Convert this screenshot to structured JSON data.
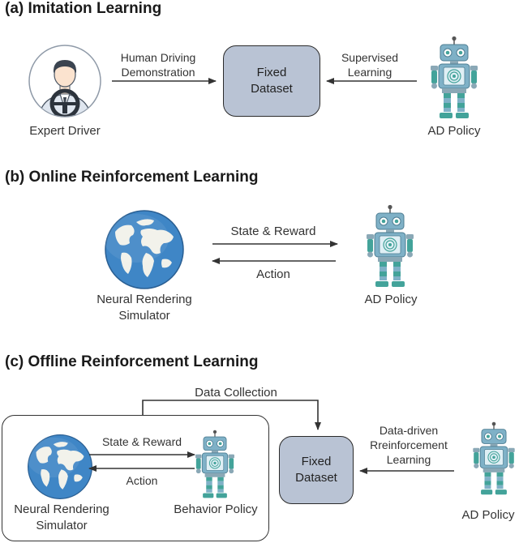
{
  "section_a": {
    "title": "(a) Imitation Learning",
    "expert_label": "Expert Driver",
    "arrow_left_label": [
      "Human Driving",
      "Demonstration"
    ],
    "dataset_label": [
      "Fixed",
      "Dataset"
    ],
    "arrow_right_label": [
      "Supervised",
      "Learning"
    ],
    "policy_label": "AD Policy"
  },
  "section_b": {
    "title": "(b) Online Reinforcement Learning",
    "simulator_label": [
      "Neural Rendering",
      "Simulator"
    ],
    "arrow_top_label": "State & Reward",
    "arrow_bottom_label": "Action",
    "policy_label": "AD Policy"
  },
  "section_c": {
    "title": "(c) Offline Reinforcement Learning",
    "data_collection_label": "Data Collection",
    "arrow_top_label": "State & Reward",
    "arrow_bottom_label": "Action",
    "simulator_label": [
      "Neural Rendering",
      "Simulator"
    ],
    "behavior_label": "Behavior Policy",
    "dataset_label": [
      "Fixed",
      "Dataset"
    ],
    "arrow_right_label": [
      "Data-driven",
      "Rreinforcement",
      "Learning"
    ],
    "policy_label": "AD Policy"
  },
  "colors": {
    "box_fill": "#b9c3d4",
    "robot_blue": "#7fb1c7",
    "robot_teal": "#43a39a",
    "globe_ocean": "#3f86c6",
    "globe_land": "#f1f1ea"
  }
}
